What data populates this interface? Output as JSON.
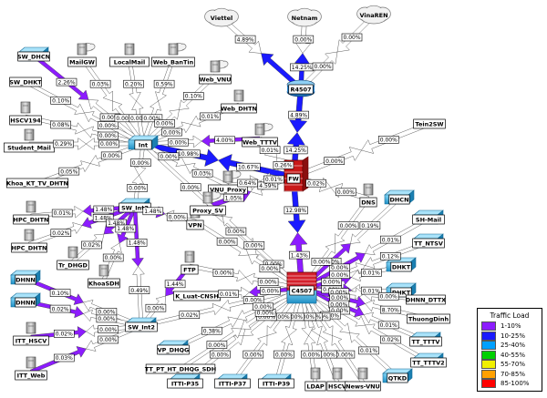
{
  "links_percent_label": "0.00%",
  "clouds": [
    {
      "id": "viettel",
      "label": "Viettel"
    },
    {
      "id": "netnam",
      "label": "Netnam"
    },
    {
      "id": "vinaren",
      "label": "VinaREN"
    }
  ],
  "core": [
    {
      "id": "r4507",
      "label": "R4507"
    },
    {
      "id": "fw",
      "label": "FW"
    },
    {
      "id": "c4507",
      "label": "C4507"
    }
  ],
  "nodes": [
    {
      "id": "sw_dhcn",
      "label": "SW_DHCN",
      "kind": "switch"
    },
    {
      "id": "sw_dhkt",
      "label": "SW_DHKT",
      "kind": "plain"
    },
    {
      "id": "mailgw",
      "label": "MailGW",
      "kind": "cloudserver"
    },
    {
      "id": "localmail",
      "label": "LocalMail",
      "kind": "server"
    },
    {
      "id": "web_bantin",
      "label": "Web_BanTin",
      "kind": "cloudserver"
    },
    {
      "id": "web_vnu",
      "label": "Web_VNU",
      "kind": "cloudserver"
    },
    {
      "id": "web_dhtn",
      "label": "Web_DHTN",
      "kind": "server"
    },
    {
      "id": "hscv194",
      "label": "HSCV194",
      "kind": "server"
    },
    {
      "id": "student_mail",
      "label": "Student_Mail",
      "kind": "server"
    },
    {
      "id": "int",
      "label": "Int",
      "kind": "switch"
    },
    {
      "id": "web_tttv",
      "label": "Web_TTTV",
      "kind": "cloudserver"
    },
    {
      "id": "khoa_kt",
      "label": "Khoa_KT_TV_DHTN",
      "kind": "plain"
    },
    {
      "id": "vnu_proxy",
      "label": "VNU_Proxy",
      "kind": "cloudserver"
    },
    {
      "id": "tein2sw",
      "label": "Tein2SW",
      "kind": "plain"
    },
    {
      "id": "hpc_dhtn1",
      "label": "HPC_DHTN",
      "kind": "server"
    },
    {
      "id": "sw_int3",
      "label": "SW_Int3",
      "kind": "switch"
    },
    {
      "id": "vpn",
      "label": "VPN",
      "kind": "server"
    },
    {
      "id": "proxy_sv",
      "label": "Proxy_SV",
      "kind": "cloudserver"
    },
    {
      "id": "dns",
      "label": "DNS",
      "kind": "server"
    },
    {
      "id": "dhcn",
      "label": "DHCN",
      "kind": "switch"
    },
    {
      "id": "hpc_dhtn2",
      "label": "HPC_DHTN",
      "kind": "server"
    },
    {
      "id": "tr_dhgd",
      "label": "Tr_DHGD",
      "kind": "server"
    },
    {
      "id": "ftp",
      "label": "FTP",
      "kind": "server"
    },
    {
      "id": "sh_mail",
      "label": "SH-Mail",
      "kind": "switch"
    },
    {
      "id": "tt_ntsv",
      "label": "TT_NTSV",
      "kind": "switch"
    },
    {
      "id": "dhkt",
      "label": "DHKT",
      "kind": "switch"
    },
    {
      "id": "khoasdh",
      "label": "KhoaSDH",
      "kind": "server"
    },
    {
      "id": "dhnn",
      "label": "DHNN",
      "kind": "switch"
    },
    {
      "id": "dhkt2",
      "label": "DHKT",
      "kind": "switch"
    },
    {
      "id": "dhnn_dttx",
      "label": "DHNN_DTTX",
      "kind": "plain"
    },
    {
      "id": "dhnn2",
      "label": "DHNN",
      "kind": "switch"
    },
    {
      "id": "k_luat",
      "label": "K_Luat-CNSH",
      "kind": "plain"
    },
    {
      "id": "sw_int2",
      "label": "SW_Int2",
      "kind": "switch"
    },
    {
      "id": "thuongdinh",
      "label": "ThuongDinh",
      "kind": "plain"
    },
    {
      "id": "itt_hscv",
      "label": "ITT_HSCV",
      "kind": "server"
    },
    {
      "id": "vp_dhqg",
      "label": "VP_DHQG",
      "kind": "switch"
    },
    {
      "id": "tt_tttv",
      "label": "TT_TTTV",
      "kind": "switch"
    },
    {
      "id": "itt_web",
      "label": "ITT_Web",
      "kind": "server"
    },
    {
      "id": "tt_pt",
      "label": "TT_PT_HT_DHQG_SDH",
      "kind": "plain"
    },
    {
      "id": "itti_p35",
      "label": "ITTI-P35",
      "kind": "switch"
    },
    {
      "id": "itti_p37",
      "label": "ITTI-P37",
      "kind": "switch"
    },
    {
      "id": "itti_p39",
      "label": "ITTI-P39",
      "kind": "switch"
    },
    {
      "id": "ldap",
      "label": "LDAP",
      "kind": "server"
    },
    {
      "id": "hscv",
      "label": "HSCV",
      "kind": "server"
    },
    {
      "id": "news_vnu",
      "label": "News-VNU",
      "kind": "server"
    },
    {
      "id": "qtkd",
      "label": "QTKD",
      "kind": "switch"
    },
    {
      "id": "tt_tttv2",
      "label": "TT_TTTV2",
      "kind": "switch"
    }
  ],
  "link_labels": {
    "viettel_r4507": "4.89%",
    "r4507_netnam": "14.25%",
    "r4507_vinaren": "0.00%",
    "r4507_fw_up": "14.25%",
    "r4507_fw": "4.89%",
    "fw_int": "10.98%",
    "int_fw": "10.67%",
    "fw_c4507": "12.98%",
    "c4507_fw": "1.43%",
    "sw_dhcn": "2.26%",
    "int_tt": "4.00%",
    "vnu_proxy": "0.64%",
    "proxy": "1.05%",
    "proxy2": "4.59%",
    "sw_int3": "1.48%",
    "sw_int2_up": "0.49%",
    "ftp": "1.44%",
    "c4507_tt": "8.70%",
    "dns": "0.02%",
    "misc_a": "0.01%",
    "misc_b": "0.02%",
    "misc_c": "0.03%",
    "misc_d": "0.05%",
    "misc_e": "0.08%",
    "misc_f": "0.10%",
    "misc_g": "0.19%",
    "misc_h": "0.20%",
    "misc_i": "0.26%",
    "misc_j": "0.29%",
    "misc_k": "0.38%",
    "misc_l": "0.12%",
    "misc_m": "0.59%"
  },
  "legend": {
    "title": "Traffic Load",
    "items": [
      {
        "label": "1-10%",
        "color": "#8c1cff"
      },
      {
        "label": "10-25%",
        "color": "#1a1aff"
      },
      {
        "label": "25-40%",
        "color": "#00a0ff"
      },
      {
        "label": "40-55%",
        "color": "#00d000"
      },
      {
        "label": "55-70%",
        "color": "#f0f000"
      },
      {
        "label": "70-85%",
        "color": "#ffa000"
      },
      {
        "label": "85-100%",
        "color": "#ff0000"
      }
    ]
  }
}
